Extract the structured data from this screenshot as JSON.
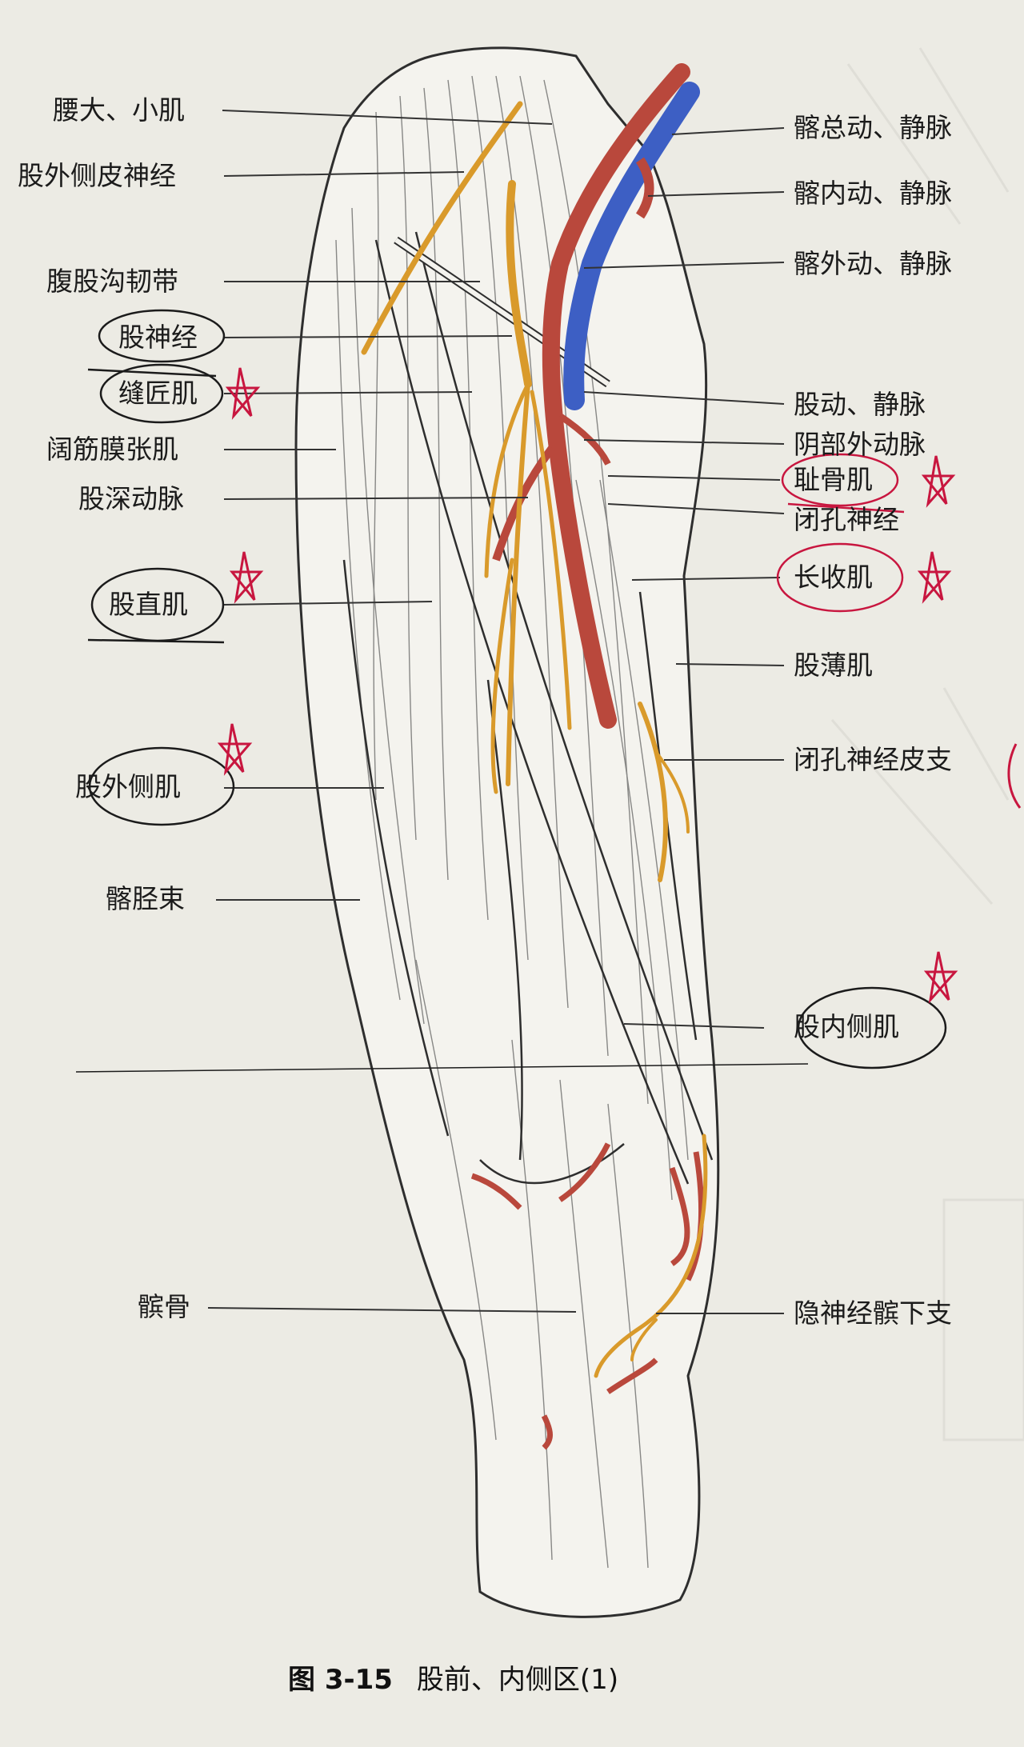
{
  "figure": {
    "number": "图 3-15",
    "title": "股前、内侧区(1)"
  },
  "labels_left": [
    "腰大、小肌",
    "股外侧皮神经",
    "腹股沟韧带",
    "股神经",
    "缝匠肌",
    "阔筋膜张肌",
    "股深动脉",
    "股直肌",
    "股外侧肌",
    "髂胫束",
    "髌骨"
  ],
  "labels_right": [
    "髂总动、静脉",
    "髂内动、静脉",
    "髂外动、静脉",
    "股动、静脉",
    "阴部外动脉",
    "耻骨肌",
    "闭孔神经",
    "长收肌",
    "股薄肌",
    "闭孔神经皮支",
    "股内侧肌",
    "隐神经髌下支"
  ],
  "colors": {
    "artery": "#b9483c",
    "vein": "#3d5fc4",
    "nerve": "#d99a2b",
    "muscle_line": "#4a4a4a",
    "annotation": "#c8163f",
    "background": "#ecebe4"
  }
}
